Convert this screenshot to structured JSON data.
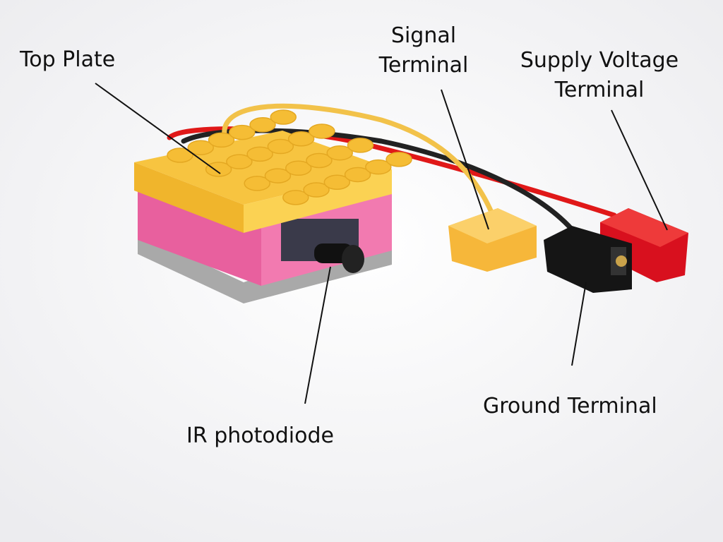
{
  "labels": {
    "top_plate": "Top Plate",
    "signal_terminal_line1": "Signal",
    "signal_terminal_line2": "Terminal",
    "supply_terminal_line1": "Supply Voltage",
    "supply_terminal_line2": "Terminal",
    "ground_terminal": "Ground Terminal",
    "ir_photodiode": "IR photodiode"
  },
  "colors": {
    "background": "#f6f6f8",
    "top_plate": "#f7c440",
    "body": "#e8609e",
    "base": "#a9a9a9",
    "signal_wire": "#f2c24a",
    "supply_wire": "#e01818",
    "ground_wire": "#222222"
  }
}
